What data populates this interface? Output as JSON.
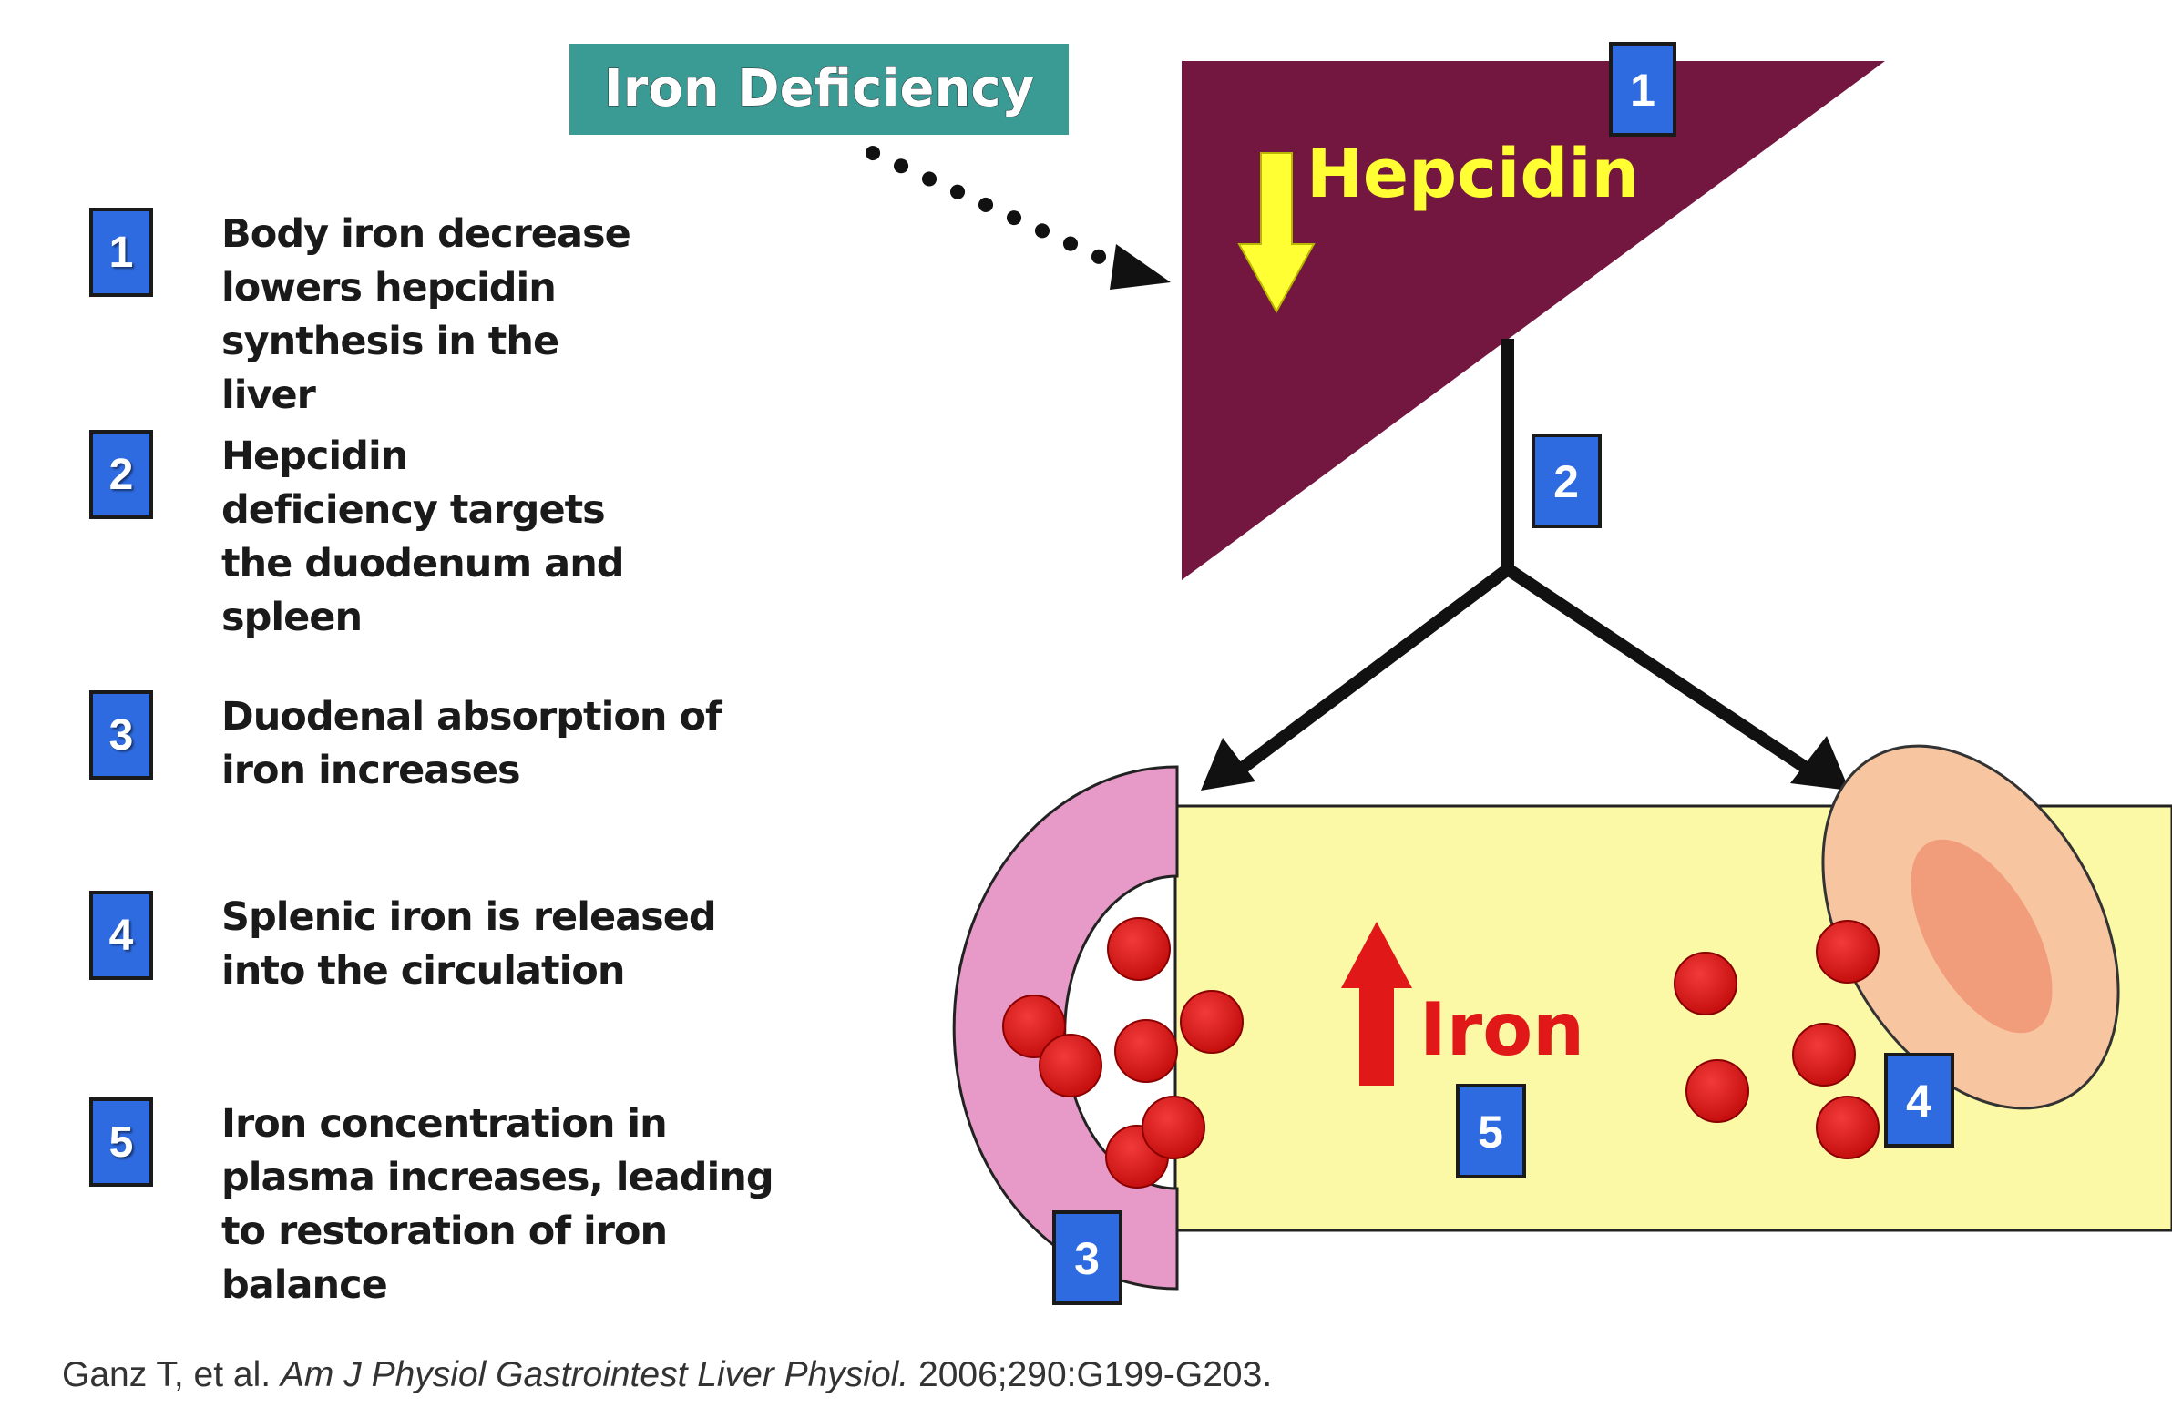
{
  "iron_deficiency_label": "Iron Deficiency",
  "hepcidin_label": "Hepcidin",
  "iron_label": "Iron",
  "diagram_markers": [
    "1",
    "2",
    "3",
    "4",
    "5"
  ],
  "steps": [
    {
      "number": "1",
      "text": "Body iron decrease lowers hepcidin synthesis in the liver"
    },
    {
      "number": "2",
      "text": "Hepcidin deficiency targets the duodenum and spleen"
    },
    {
      "number": "3",
      "text": "Duodenal absorption of iron increases"
    },
    {
      "number": "4",
      "text": "Splenic iron is released into the circulation"
    },
    {
      "number": "5",
      "text": "Iron concentration in plasma increases, leading to restoration of iron balance"
    }
  ],
  "citation": {
    "authors": "Ganz T, et al.",
    "journal": "Am J Physiol Gastrointest Liver Physiol.",
    "details": "2006;290:G199-G203."
  },
  "colors": {
    "badge_blue": "#2f6be0",
    "iron_deficiency_box": "#3a9a94",
    "liver": "#731640",
    "hepcidin_text": "#ffff33",
    "plasma": "#fbf8a6",
    "duodenum": "#e79ac7",
    "spleen": "#f7c6a0",
    "spleen_core": "#f09775",
    "rbc": "#e01818",
    "iron_arrow": "#e01818"
  }
}
